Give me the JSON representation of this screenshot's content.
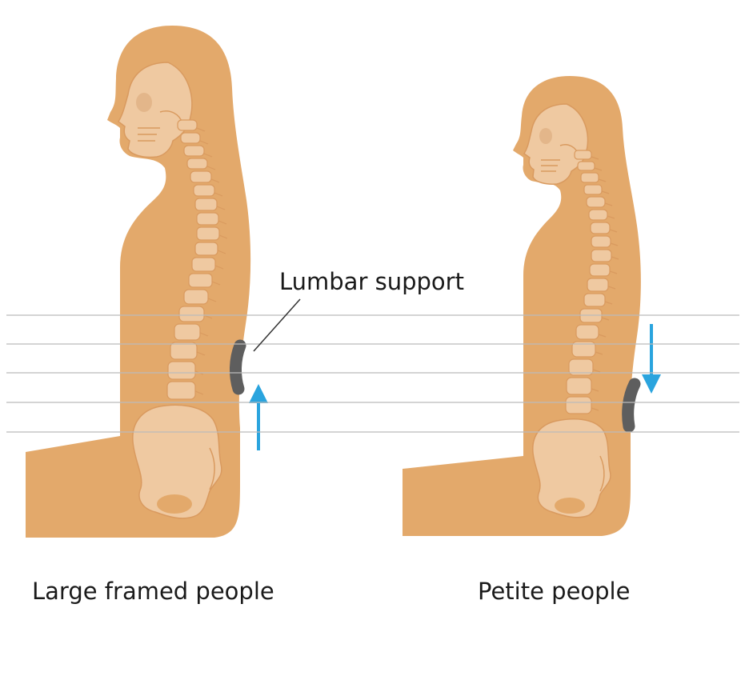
{
  "callout": {
    "label": "Lumbar support"
  },
  "captions": {
    "left": "Large framed people",
    "right": "Petite people"
  },
  "figures": [
    {
      "id": "large-framed",
      "arrow_direction": "up"
    },
    {
      "id": "petite",
      "arrow_direction": "down"
    }
  ],
  "colors": {
    "body": "#E3A96B",
    "bone": "#EFC9A1",
    "bone_outline": "#D99A5F",
    "support": "#5E5E5E",
    "arrow": "#2AA4DE",
    "guide_lines": "#BBBBBB",
    "text": "#1A1A1A"
  }
}
